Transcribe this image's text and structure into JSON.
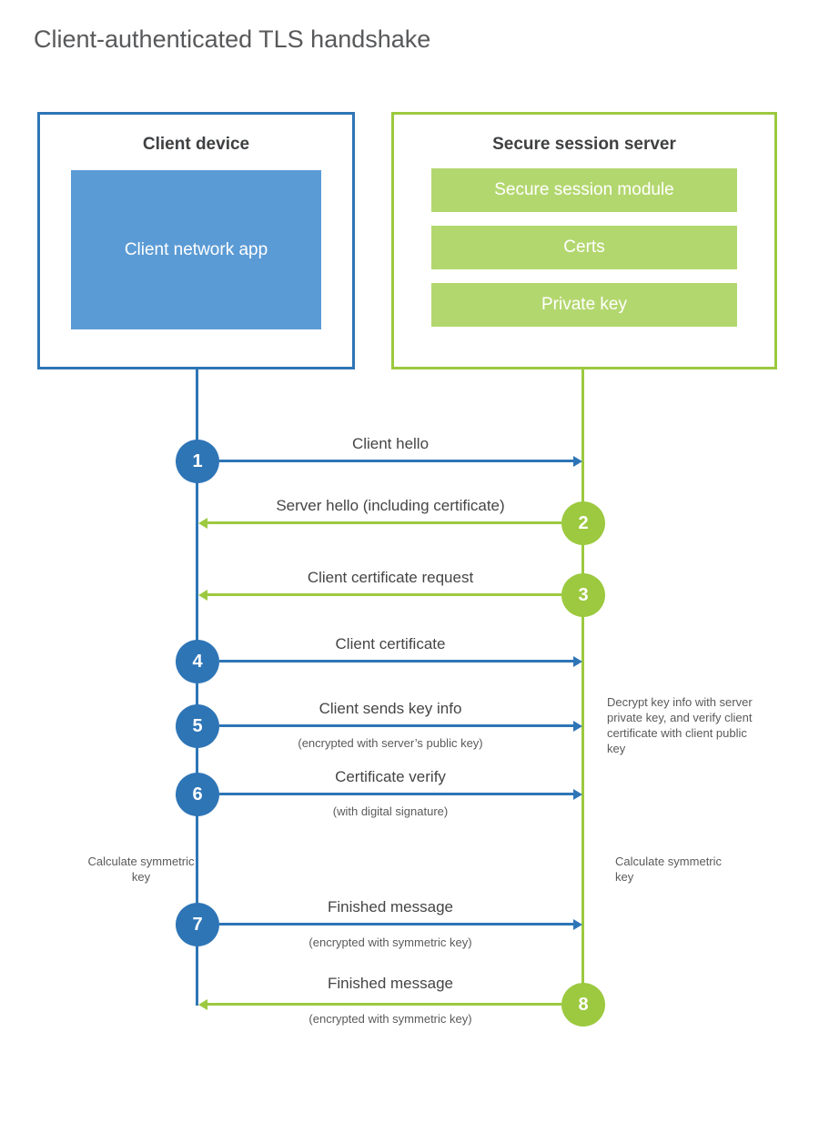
{
  "page": {
    "title": "Client-authenticated TLS handshake"
  },
  "client": {
    "title": "Client device",
    "app_label": "Client network app"
  },
  "server": {
    "title": "Secure session server",
    "modules": [
      "Secure session module",
      "Certs",
      "Private key"
    ]
  },
  "steps": [
    {
      "num": "1",
      "label": "Client hello"
    },
    {
      "num": "2",
      "label": "Server hello (including certificate)"
    },
    {
      "num": "3",
      "label": "Client certificate request"
    },
    {
      "num": "4",
      "label": "Client certificate"
    },
    {
      "num": "5",
      "label": "Client sends key info",
      "sub": "(encrypted with server’s public key)"
    },
    {
      "num": "6",
      "label": "Certificate verify",
      "sub": "(with digital signature)"
    },
    {
      "num": "7",
      "label": "Finished message",
      "sub": "(encrypted with symmetric key)"
    },
    {
      "num": "8",
      "label": "Finished message",
      "sub": "(encrypted with symmetric key)"
    }
  ],
  "notes": {
    "decrypt": "Decrypt key info with server private key, and verify client certificate with client public key",
    "calculate_left": "Calculate symmetric key",
    "calculate_right": "Calculate symmetric key"
  },
  "colors": {
    "blue": "#2e75b6",
    "blue_fill": "#5b9bd5",
    "green": "#9cc93f",
    "green_fill": "#b3d76f"
  }
}
